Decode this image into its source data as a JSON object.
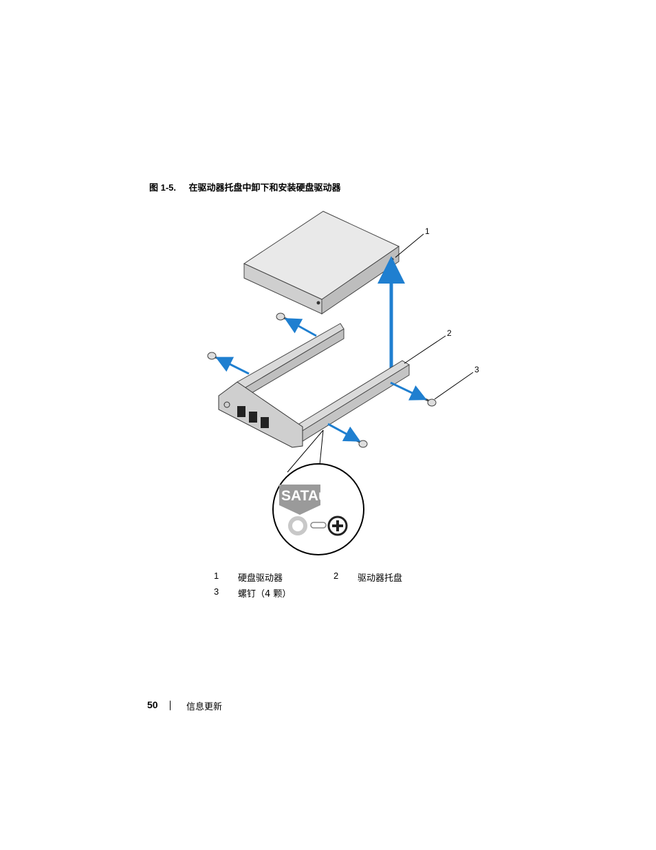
{
  "figure": {
    "number": "图 1-5.",
    "title": "在驱动器托盘中卸下和安装硬盘驱动器"
  },
  "illustration": {
    "callouts": [
      "1",
      "2",
      "3"
    ],
    "inset_label": "SATAu",
    "accent_color": "#1f7fd0",
    "icons": [
      "hard-drive",
      "drive-tray",
      "screw",
      "insertion-arrow",
      "lock-unlock-icon"
    ]
  },
  "legend": [
    {
      "num": "1",
      "text": "硬盘驱动器"
    },
    {
      "num": "2",
      "text": "驱动器托盘"
    },
    {
      "num": "3",
      "text": "螺钉（4 颗）"
    }
  ],
  "footer": {
    "page_number": "50",
    "section_title": "信息更新"
  }
}
